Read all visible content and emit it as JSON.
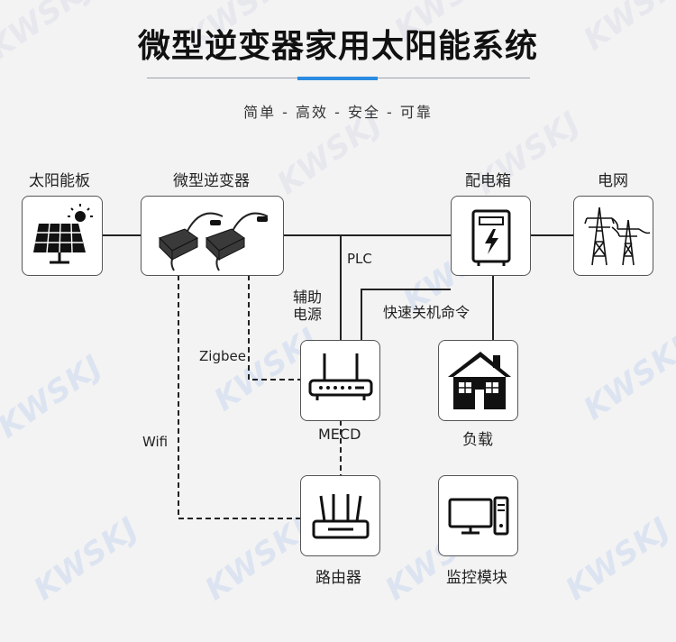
{
  "title": "微型逆变器家用太阳能系统",
  "subtitle": "简单 - 高效 - 安全 - 可靠",
  "watermark": "KWSKJ",
  "colors": {
    "accent": "#2b8be0",
    "line": "#222222",
    "box_border": "#555555"
  },
  "nodes": {
    "solar_panel": {
      "label": "太阳能板",
      "icon": "solar-panel-icon"
    },
    "microinverter": {
      "label": "微型逆变器",
      "icon": "microinverter-icon"
    },
    "distribution_box": {
      "label": "配电箱",
      "icon": "distribution-box-icon"
    },
    "grid": {
      "label": "电网",
      "icon": "power-tower-icon"
    },
    "mecd": {
      "label": "MECD",
      "icon": "router-antenna-icon"
    },
    "load": {
      "label": "负载",
      "icon": "house-icon"
    },
    "router": {
      "label": "路由器",
      "icon": "wifi-router-icon"
    },
    "monitor": {
      "label": "监控模块",
      "icon": "computer-icon"
    }
  },
  "edge_labels": {
    "plc": "PLC",
    "aux_power_1": "辅助",
    "aux_power_2": "电源",
    "shutdown": "快速关机命令",
    "zigbee": "Zigbee",
    "wifi": "Wifi"
  }
}
